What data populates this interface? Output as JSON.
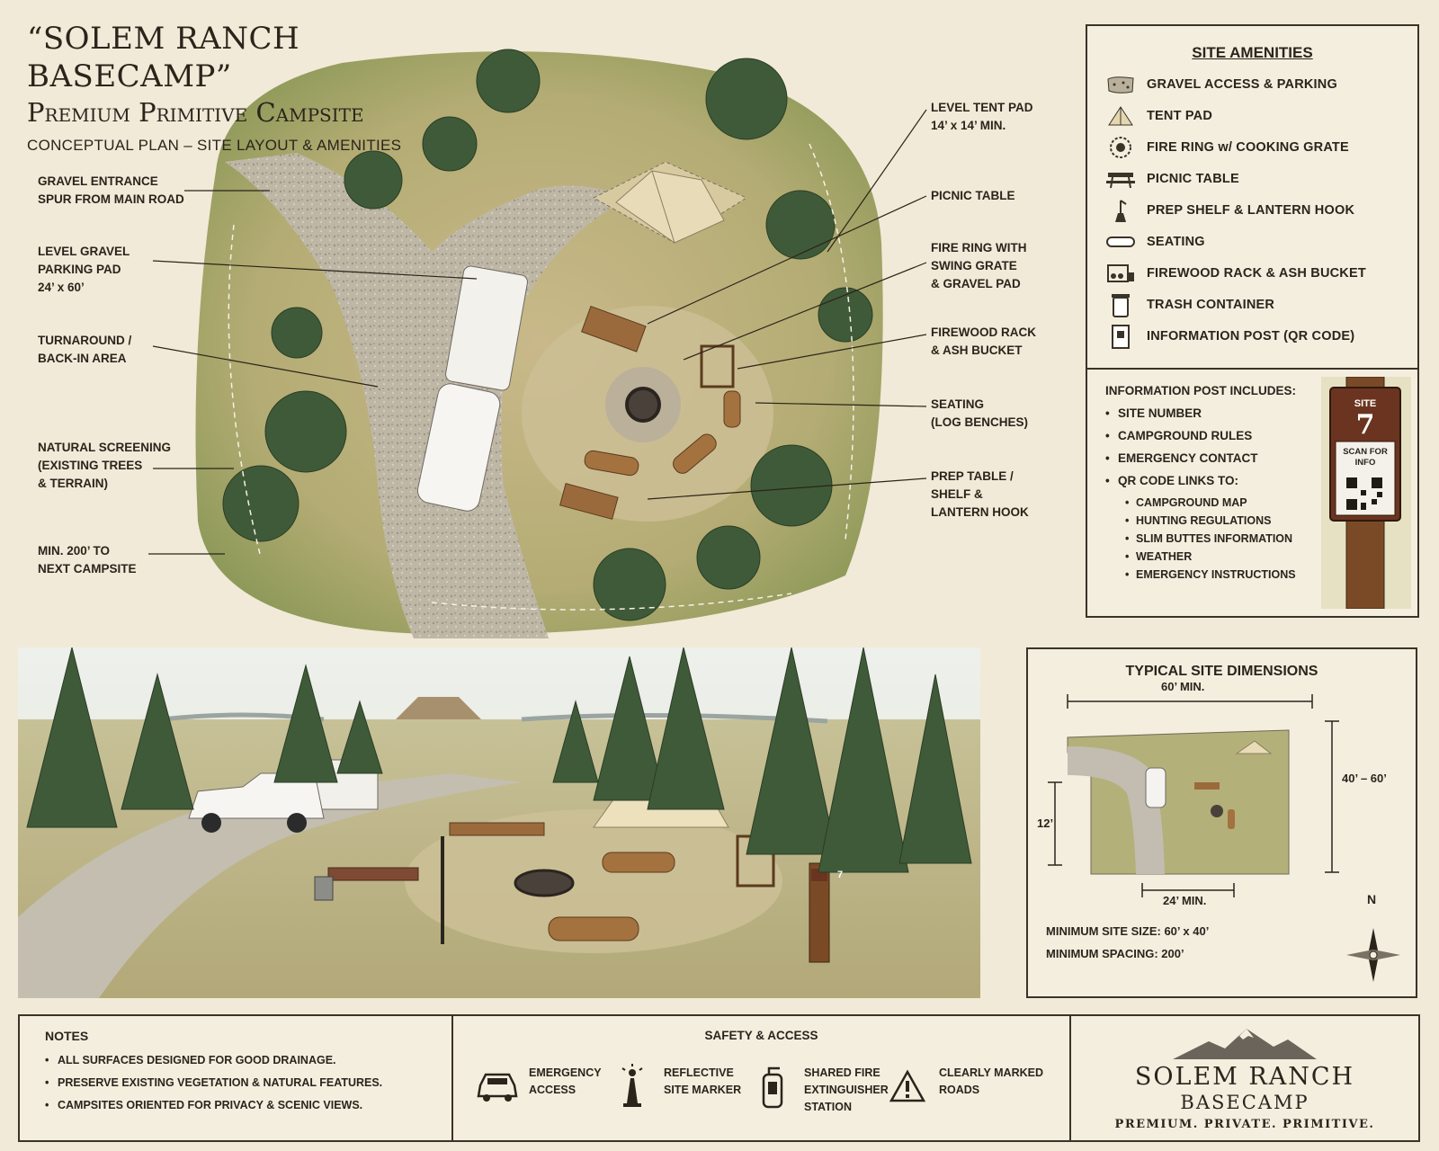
{
  "header": {
    "title": "“SOLEM RANCH BASECAMP”",
    "subtitle": "Premium Primitive Campsite",
    "plan_label": "CONCEPTUAL PLAN – SITE LAYOUT & AMENITIES"
  },
  "plan_callouts_left": [
    {
      "lines": [
        "GRAVEL ENTRANCE",
        "SPUR FROM MAIN ROAD"
      ]
    },
    {
      "lines": [
        "LEVEL GRAVEL",
        "PARKING PAD",
        "24’ x 60’"
      ]
    },
    {
      "lines": [
        "TURNAROUND /",
        "BACK-IN AREA"
      ]
    },
    {
      "lines": [
        "NATURAL SCREENING",
        "(EXISTING TREES",
        "& TERRAIN)"
      ]
    },
    {
      "lines": [
        "MIN. 200’ TO",
        "NEXT CAMPSITE"
      ]
    }
  ],
  "plan_callouts_right": [
    {
      "lines": [
        "LEVEL TENT PAD",
        "14’ x 14’ MIN."
      ]
    },
    {
      "lines": [
        "PICNIC TABLE"
      ]
    },
    {
      "lines": [
        "FIRE RING WITH",
        "SWING GRATE",
        "& GRAVEL PAD"
      ]
    },
    {
      "lines": [
        "FIREWOOD RACK",
        "& ASH BUCKET"
      ]
    },
    {
      "lines": [
        "SEATING",
        "(LOG BENCHES)"
      ]
    },
    {
      "lines": [
        "PREP TABLE /",
        "SHELF &",
        "LANTERN HOOK"
      ]
    }
  ],
  "amenities": {
    "heading": "SITE AMENITIES",
    "items": [
      {
        "label": "GRAVEL ACCESS & PARKING",
        "icon": "gravel-icon"
      },
      {
        "label": "TENT PAD",
        "icon": "tent-icon"
      },
      {
        "label": "FIRE RING w/ COOKING GRATE",
        "icon": "fire-ring-icon"
      },
      {
        "label": "PICNIC TABLE",
        "icon": "picnic-table-icon"
      },
      {
        "label": "PREP SHELF & LANTERN HOOK",
        "icon": "lantern-hook-icon"
      },
      {
        "label": "SEATING",
        "icon": "log-bench-icon"
      },
      {
        "label": "FIREWOOD RACK & ASH BUCKET",
        "icon": "firewood-rack-icon"
      },
      {
        "label": "TRASH CONTAINER",
        "icon": "trash-icon"
      },
      {
        "label": "INFORMATION POST (QR CODE)",
        "icon": "info-post-icon"
      }
    ],
    "info_heading": "INFORMATION POST INCLUDES:",
    "info_items": [
      "SITE NUMBER",
      "CAMPGROUND RULES",
      "EMERGENCY CONTACT",
      "QR CODE LINKS TO:"
    ],
    "qr_links": [
      "CAMPGROUND MAP",
      "HUNTING REGULATIONS",
      "SLIM BUTTES INFORMATION",
      "WEATHER",
      "EMERGENCY INSTRUCTIONS"
    ],
    "sign": {
      "site_label": "SITE",
      "site_number": "7",
      "scan_line1": "SCAN FOR",
      "scan_line2": "INFO"
    }
  },
  "dimensions": {
    "heading": "TYPICAL SITE DIMENSIONS",
    "width_label": "60’ MIN.",
    "depth_label": "40’ – 60’",
    "entrance_label": "12’",
    "pad_label": "24’ MIN.",
    "min_size": "MINIMUM SITE SIZE: 60’ x 40’",
    "min_spacing": "MINIMUM SPACING: 200’",
    "north": "N"
  },
  "landscape": {
    "post_number": "7"
  },
  "notes": {
    "heading": "NOTES",
    "items": [
      "ALL SURFACES DESIGNED FOR GOOD DRAINAGE.",
      "PRESERVE EXISTING VEGETATION & NATURAL FEATURES.",
      "CAMPSITES ORIENTED FOR PRIVACY & SCENIC VIEWS."
    ]
  },
  "safety": {
    "heading": "SAFETY & ACCESS",
    "items": [
      {
        "lines": [
          "EMERGENCY",
          "ACCESS"
        ],
        "icon": "car-icon"
      },
      {
        "lines": [
          "REFLECTIVE",
          "SITE MARKER"
        ],
        "icon": "reflective-marker-icon"
      },
      {
        "lines": [
          "SHARED FIRE",
          "EXTINGUISHER",
          "STATION"
        ],
        "icon": "extinguisher-icon"
      },
      {
        "lines": [
          "CLEARLY MARKED",
          "ROADS"
        ],
        "icon": "warning-icon"
      }
    ]
  },
  "brand": {
    "line1": "SOLEM RANCH",
    "line2": "BASECAMP",
    "tagline": "PREMIUM. PRIVATE. PRIMITIVE."
  }
}
